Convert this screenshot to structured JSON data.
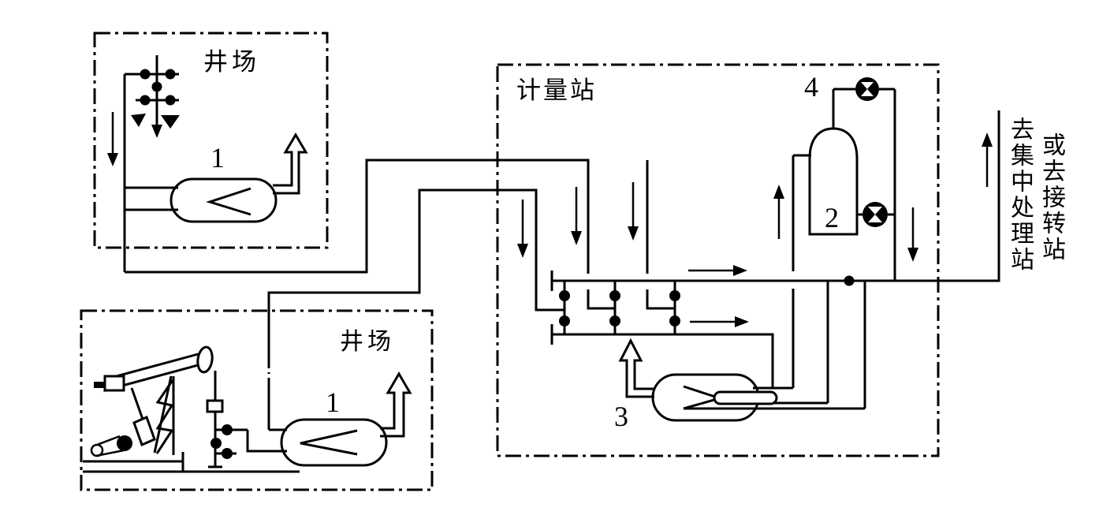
{
  "colors": {
    "line": "#000000",
    "background": "#ffffff"
  },
  "well_site_top": {
    "name": "井场",
    "separator_number": "1"
  },
  "well_site_bottom": {
    "name": "井场",
    "separator_number": "1"
  },
  "metering_station": {
    "name": "计量站",
    "gas_meter_number": "2",
    "metering_separator_number": "3",
    "valve_number": "4"
  },
  "destination": {
    "line1": "去集中处理站",
    "line2": "或去接转站"
  }
}
